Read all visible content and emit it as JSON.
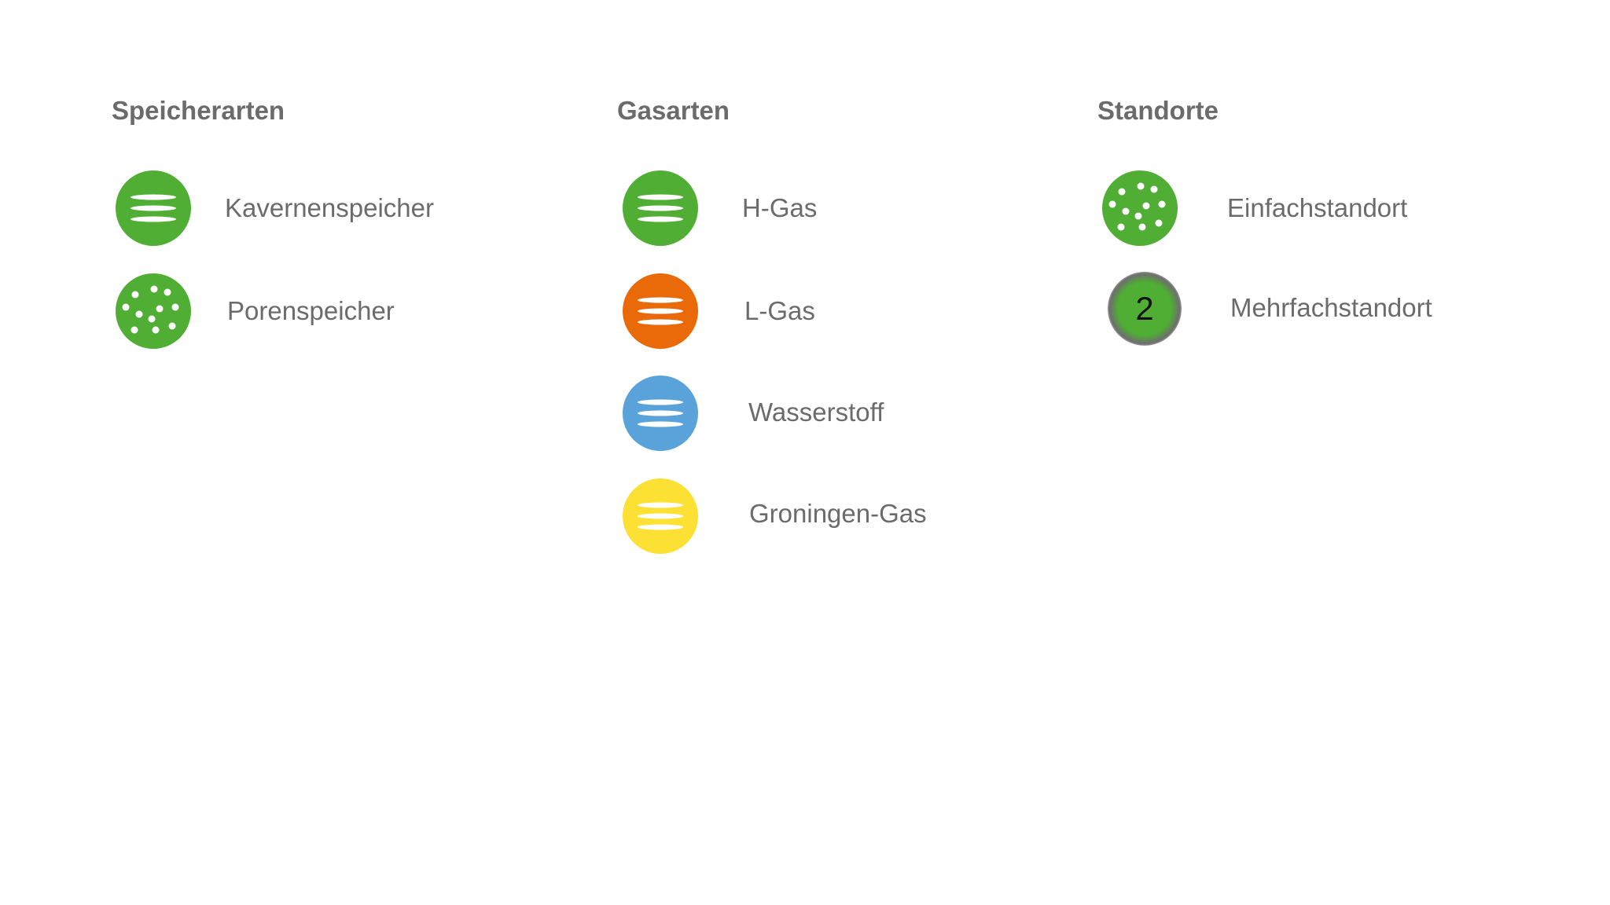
{
  "colors": {
    "green": "#4fae33",
    "orange": "#ea6a0a",
    "blue": "#5aa2da",
    "yellow": "#fde034",
    "text": "#6b6b6b"
  },
  "columns": [
    {
      "heading": "Speicherarten",
      "items": [
        {
          "label": "Kavernenspeicher",
          "icon": "stripes-icon",
          "color": "green"
        },
        {
          "label": "Porenspeicher",
          "icon": "dots-icon",
          "color": "green"
        }
      ]
    },
    {
      "heading": "Gasarten",
      "items": [
        {
          "label": "H-Gas",
          "icon": "stripes-icon",
          "color": "green"
        },
        {
          "label": "L-Gas",
          "icon": "stripes-icon",
          "color": "orange"
        },
        {
          "label": "Wasserstoff",
          "icon": "stripes-icon",
          "color": "blue"
        },
        {
          "label": "Groningen-Gas",
          "icon": "stripes-icon",
          "color": "yellow"
        }
      ]
    },
    {
      "heading": "Standorte",
      "items": [
        {
          "label": "Einfachstandort",
          "icon": "dots-icon",
          "color": "green"
        },
        {
          "label": "Mehrfachstandort",
          "icon": "cluster-icon",
          "color": "green",
          "count": "2"
        }
      ]
    }
  ]
}
